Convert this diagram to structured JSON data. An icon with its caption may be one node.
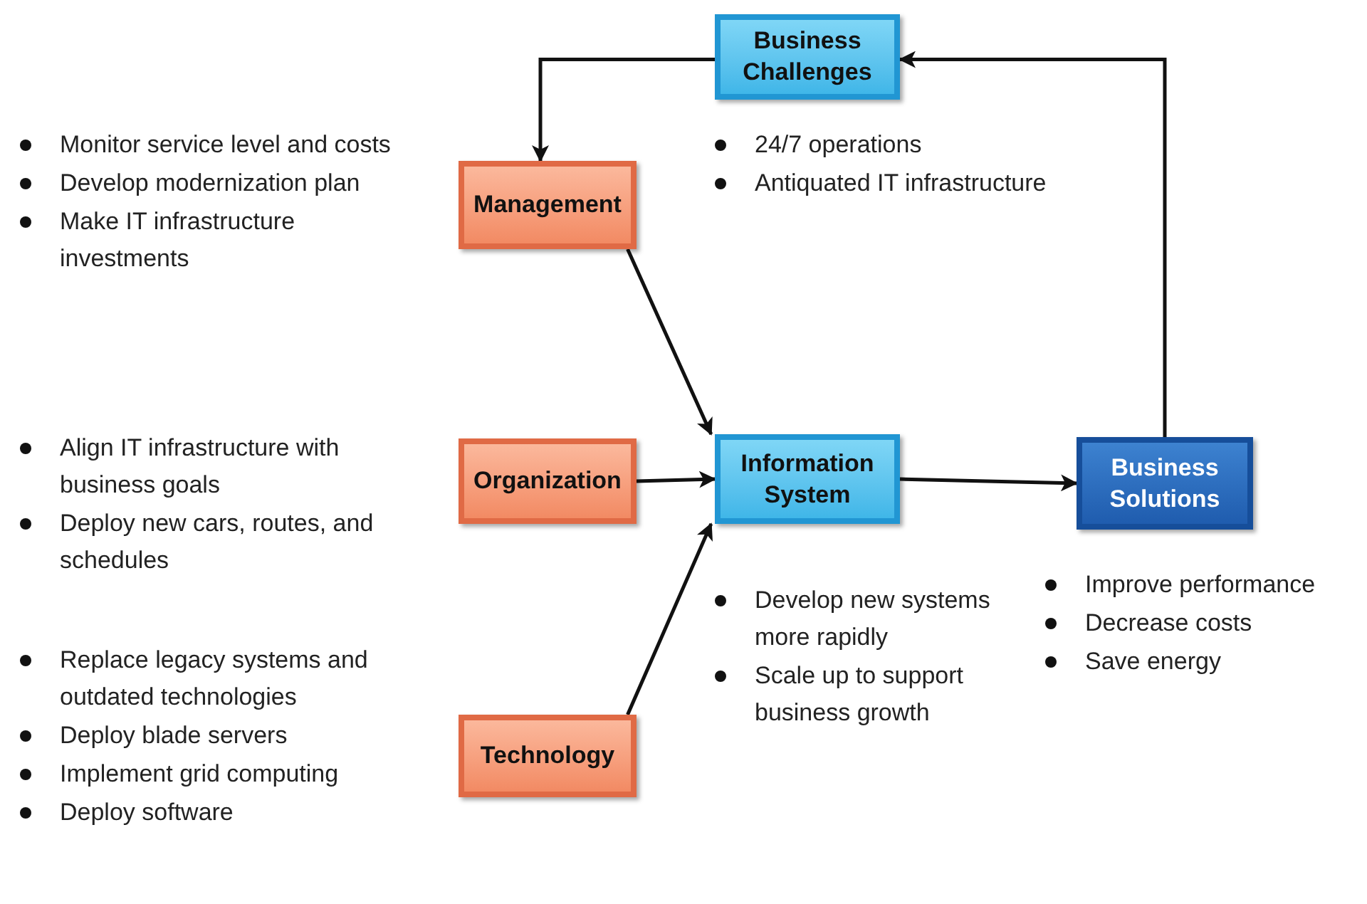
{
  "diagram": {
    "nodes": [
      {
        "text": [
          "Business Challenges"
        ],
        "beside": [
          "24/7 operations",
          "Antiquated IT infrastructure"
        ]
      },
      {
        "text": [
          "Management"
        ],
        "beside": [
          "Monitor service level and costs",
          "Develop modernization plan",
          "Make IT infrastructure investments"
        ]
      },
      {
        "text": [
          "Organization"
        ],
        "beside": [
          "Align IT infrastructure with business goals",
          "Deploy new cars, routes, and schedules"
        ]
      },
      {
        "text": [
          "Technology"
        ],
        "beside": [
          "Replace legacy systems and outdated technologies",
          "Deploy blade servers",
          "Implement grid computing",
          "Deploy software"
        ]
      },
      {
        "text": [
          "Information System"
        ],
        "beside": [
          "Develop new systems more rapidly",
          "Scale up to support business growth"
        ]
      },
      {
        "text": [
          "Business Solutions"
        ],
        "beside": [
          "Improve performance",
          "Decrease costs",
          "Save energy"
        ]
      }
    ],
    "edges": [
      {
        "from": 0,
        "to": 1,
        "arrow": "to"
      },
      {
        "from": 1,
        "to": 4,
        "arrow": "to"
      },
      {
        "from": 2,
        "to": 4,
        "arrow": "to"
      },
      {
        "from": 3,
        "to": 4,
        "arrow": "to"
      },
      {
        "from": 4,
        "to": 5,
        "arrow": "to"
      },
      {
        "from": 5,
        "to": 0,
        "arrow": "to"
      }
    ]
  }
}
